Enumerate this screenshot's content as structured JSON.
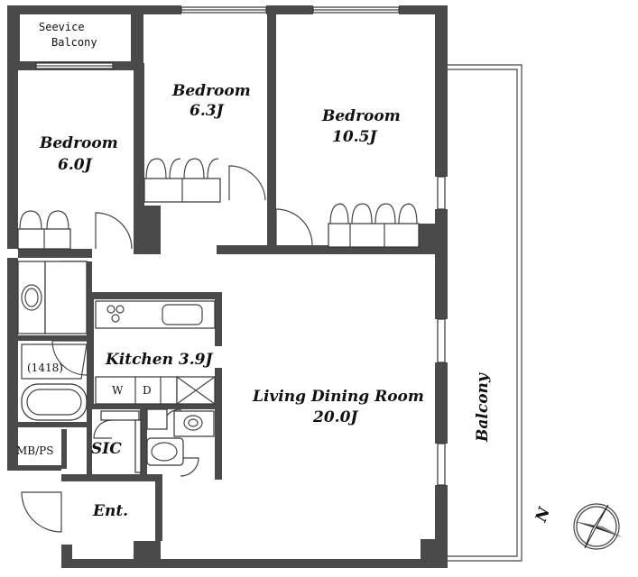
{
  "rooms": {
    "service_balcony": {
      "line1": "Seevice",
      "line2": "Balcony"
    },
    "bedroom_left": {
      "name": "Bedroom",
      "size": "6.0J"
    },
    "bedroom_mid": {
      "name": "Bedroom",
      "size": "6.3J"
    },
    "bedroom_right": {
      "name": "Bedroom",
      "size": "10.5J"
    },
    "kitchen": {
      "name": "Kitchen 3.9J"
    },
    "living": {
      "name": "Living Dining Room",
      "size": "20.0J"
    },
    "balcony": {
      "name": "Balcony"
    },
    "sic": {
      "name": "SIC"
    },
    "entrance": {
      "name": "Ent."
    },
    "mbps": {
      "name": "MB/PS"
    },
    "bath": {
      "size": "(1418)"
    }
  },
  "appliances": {
    "washer": "W",
    "dryer": "D"
  },
  "compass": {
    "north": "N"
  },
  "colors": {
    "wall": "#4a4a4a",
    "line": "#444444",
    "background": "#ffffff"
  }
}
